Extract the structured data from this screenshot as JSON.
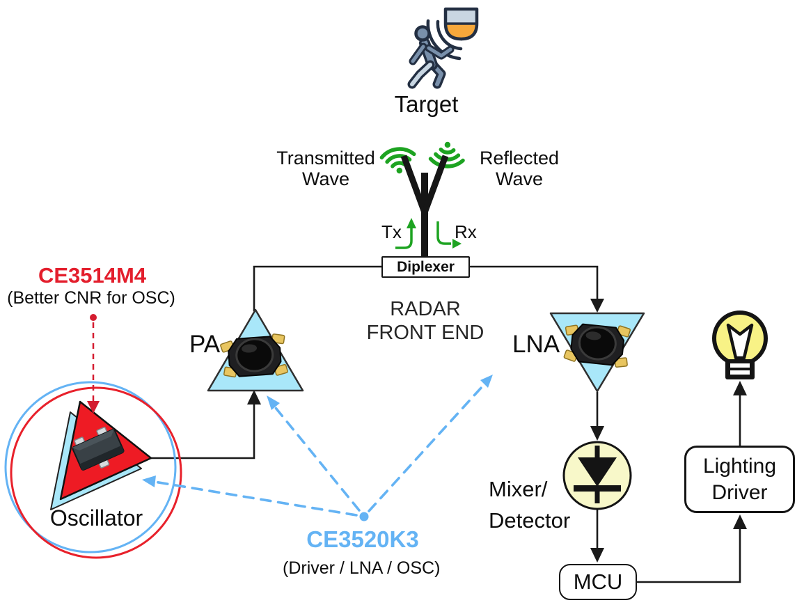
{
  "colors": {
    "wave_green": "#1da321",
    "block_cyan": "#a9e7f9",
    "accent_red": "#e31e2c",
    "accent_blue": "#64b3f4",
    "mixer_yellow": "#f8f8c9",
    "bulb_yellow": "#f8f286",
    "sensor_orange": "#f6a83b",
    "person_slate": "#7990ab",
    "ink": "#141414"
  },
  "target": {
    "label": "Target"
  },
  "waves": {
    "transmitted_line1": "Transmitted",
    "transmitted_line2": "Wave",
    "reflected_line1": "Reflected",
    "reflected_line2": "Wave",
    "tx": "Tx",
    "rx": "Rx"
  },
  "front_end": {
    "diplexer": "Diplexer",
    "title_line1": "RADAR",
    "title_line2": "FRONT END",
    "pa": "PA",
    "lna": "LNA",
    "oscillator": "Oscillator"
  },
  "annotations": {
    "red_part": "CE3514M4",
    "red_note": "(Better CNR for OSC)",
    "blue_part": "CE3520K3",
    "blue_note": "(Driver / LNA / OSC)"
  },
  "chain": {
    "mixer_line1": "Mixer/",
    "mixer_line2": "Detector",
    "mcu": "MCU",
    "driver_line1": "Lighting",
    "driver_line2": "Driver"
  },
  "icons": {
    "person": "walking-person-icon",
    "sensor": "motion-sensor-icon",
    "motion_waves": "motion-waves-icon",
    "wifi_transmit": "wifi-transmit-icon",
    "wifi_reflect": "wifi-reflect-icon",
    "antenna": "antenna-icon",
    "diode": "diode-icon",
    "bulb": "light-bulb-icon"
  }
}
